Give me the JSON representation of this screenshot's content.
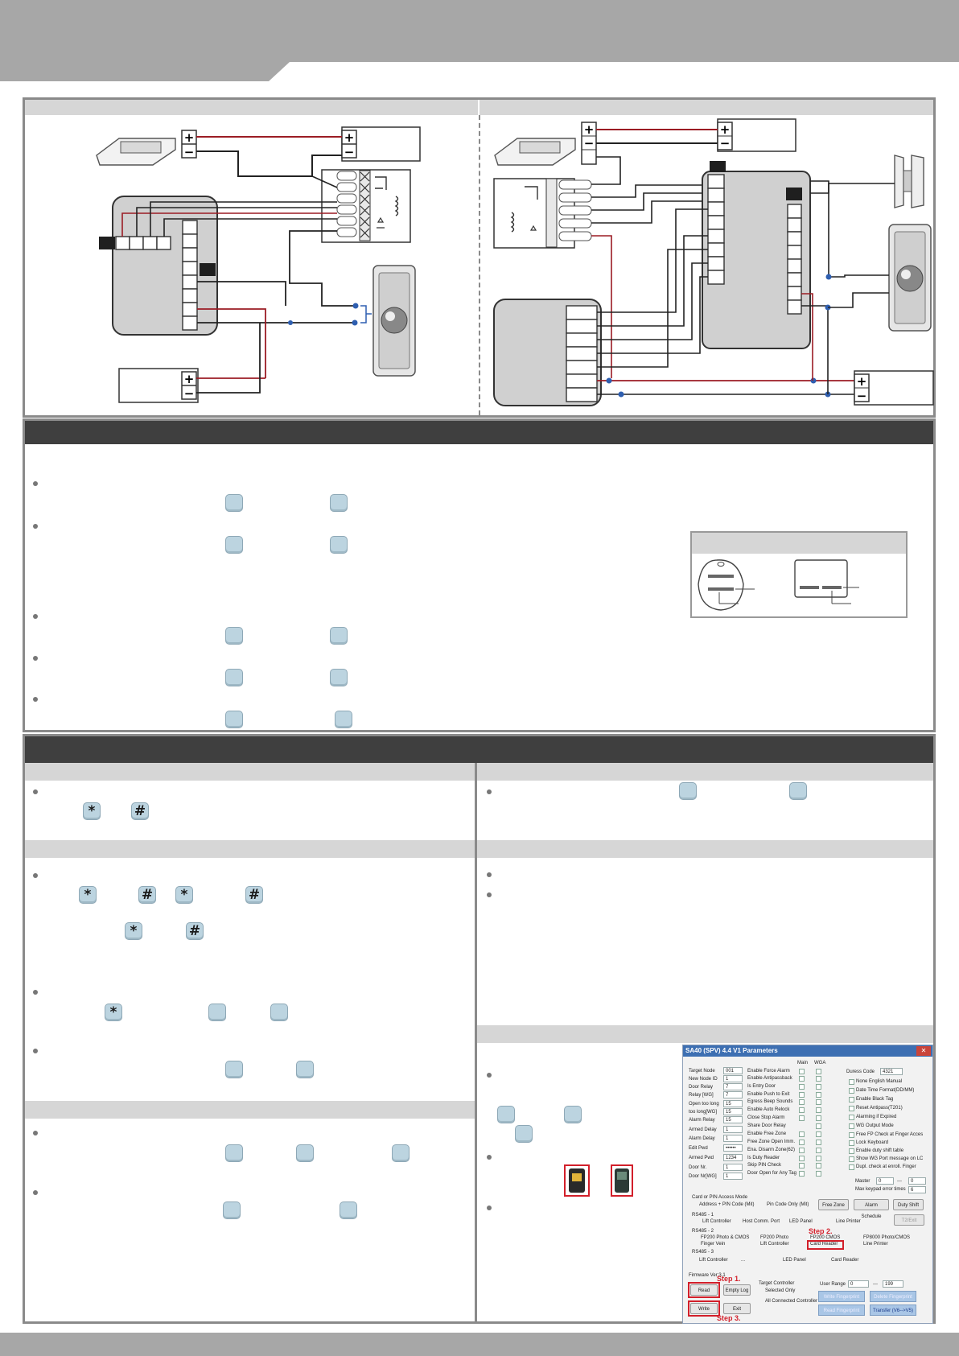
{
  "window": {
    "title": "SA40 (SPV) 4.4 V1 Parameters",
    "close_glyph": "✕",
    "column_main": "Main",
    "column_wga": "WGA",
    "fields": [
      {
        "label": "Target Node",
        "value": "001"
      },
      {
        "label": "New Node ID",
        "value": "1"
      },
      {
        "label": "Door Relay",
        "value": "7"
      },
      {
        "label": "Relay [WG]",
        "value": "7"
      },
      {
        "label": "Open too long",
        "value": "15"
      },
      {
        "label": "too long[WG]",
        "value": "15"
      },
      {
        "label": "Alarm Relay",
        "value": "15"
      },
      {
        "label": "Armed Delay",
        "value": "1"
      },
      {
        "label": "Alarm Delay",
        "value": "1"
      },
      {
        "label": "Edit Pwd",
        "value": "••••••"
      },
      {
        "label": "Armed Pwd",
        "value": "1234"
      },
      {
        "label": "Door Nr.",
        "value": "1"
      },
      {
        "label": "Door Nr[WG]",
        "value": "1"
      }
    ],
    "options": [
      "Enable Force Alarm",
      "Enable Antipassback",
      "Is Entry Door",
      "Enable Push to Exit",
      "Egress Beep Sounds",
      "Enable Auto Relock",
      "Close Stop Alarm",
      "Share Door Relay",
      "Enable Free Zone",
      "Free Zone Open Imm.",
      "Ena. Disarm Zone(62)",
      "Is Duty Reader",
      "Skip PIN Check",
      "Door Open for Any Tag"
    ],
    "duress_label": "Duress Code",
    "duress_value": "4321",
    "right_options": [
      "None English Manual",
      "Date Time Format(DD/MM)",
      "Enable Black Tag",
      "Reset Antipass(T201)",
      "Alarming if Expired",
      "WG Output Mode",
      "Free FP Check at Finger Acces",
      "Lock Keyboard",
      "Enable duty shift table",
      "Show WG Port message on LC",
      "Dupl. check at enroll. Finger"
    ],
    "master_label": "Master",
    "master_value": "0",
    "master_sep": "---",
    "master_value2": "0",
    "keypad_label": "Max keypad error times",
    "keypad_value": "6",
    "access_mode_label": "Card or PIN Access Mode",
    "access_opt1": "Address + PIN Code (Mit)",
    "access_opt2": "Pin Code Only (Mit)",
    "btn_free_zone": "Free Zone",
    "btn_alarm_schedule": "Alarm Schedule",
    "btn_duty_shift": "Duty Shift",
    "rs485_1_label": "RS485 - 1",
    "rs485_1_opts": [
      "Lift Controller",
      "Host Comm. Port",
      "LED Panel",
      "Line Printer"
    ],
    "btn_t2": "T2/Exit",
    "rs485_2_label": "RS485 - 2",
    "rs485_2_opts": [
      "FP200 Photo & CMOS",
      "FP200 Photo",
      "FP200 CMOS",
      "FP8000 Photo/CMOS",
      "Finger Vein",
      "Lift Controller",
      "Card Reader",
      "Line Printer"
    ],
    "rs485_3_label": "RS485 - 3",
    "rs485_3_opts": [
      "Lift Controller",
      "...",
      "LED Panel",
      "Card Reader"
    ],
    "firmware_label": "Firmware Ver:3.1",
    "btn_read": "Read",
    "btn_empty_log": "Empty Log",
    "btn_write": "Write",
    "btn_exit": "Exit",
    "target_controller_label": "Target Controller",
    "tc_opt1": "Selected Only",
    "tc_opt2": "All Connected Controller",
    "user_range_label": "User Range",
    "user_range_from": "0",
    "user_range_sep": "---",
    "user_range_to": "199",
    "btn_write_fp": "Write Fingerprint",
    "btn_delete_fp": "Delete Fingerprint",
    "btn_read_fp": "Read Fingerprint",
    "btn_transfer": "Transfer (V6-->V5)",
    "step1": "Step 1.",
    "step2": "Step 2.",
    "step3": "Step 3."
  },
  "keys": {
    "star": "*",
    "hash": "#"
  },
  "wiring": {
    "plus": "+",
    "minus": "−"
  },
  "colors": {
    "header_gray": "#a7a7a7",
    "section_dark": "#3f3f3f",
    "sub_bar": "#d6d6d6",
    "key_fill": "#bcd4e0",
    "wire_red": "#9b1c24",
    "node_blue": "#2f5fb0",
    "step_red": "#d21f2a"
  }
}
